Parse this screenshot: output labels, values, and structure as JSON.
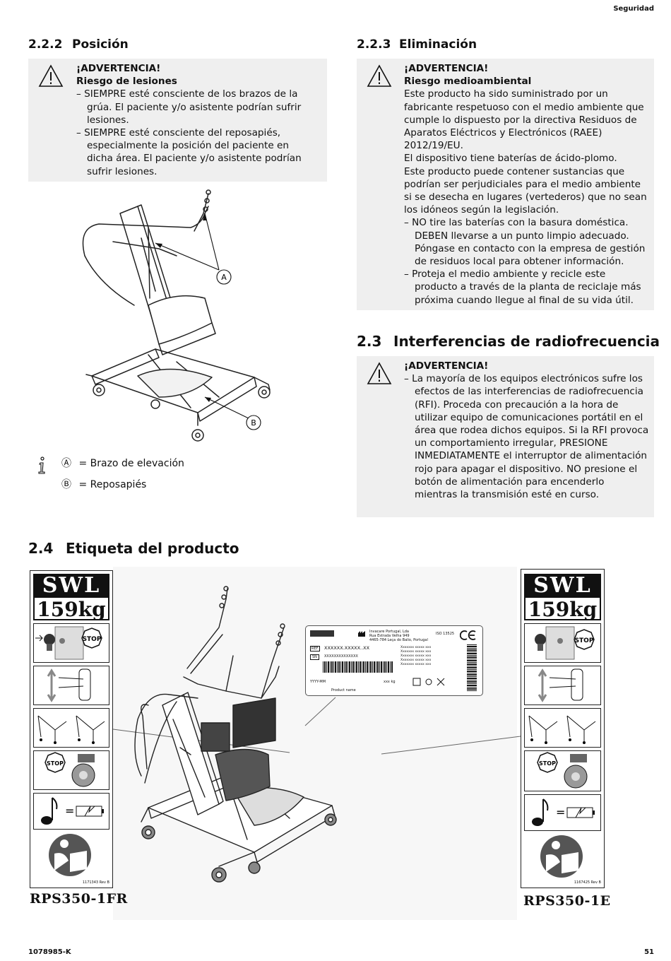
{
  "header": {
    "section": "Seguridad"
  },
  "sec_222": {
    "number": "2.2.2",
    "title": "Posición",
    "warning": {
      "title": "¡ADVERTENCIA!",
      "subtitle": "Riesgo de lesiones",
      "items": [
        "– SIEMPRE esté consciente de los brazos de la grúa. El paciente y/o asistente podrían sufrir lesiones.",
        "– SIEMPRE esté consciente del reposapiés, especialmente la posición del paciente en dicha área. El paciente y/o asistente podrían sufrir lesiones."
      ]
    },
    "callouts": {
      "a": "A",
      "b": "B"
    },
    "legend": [
      {
        "key": "Ⓐ",
        "text": "= Brazo de elevación"
      },
      {
        "key": "Ⓑ",
        "text": "= Reposapiés"
      }
    ]
  },
  "sec_223": {
    "number": "2.2.3",
    "title": "Eliminación",
    "warning": {
      "title": "¡ADVERTENCIA!",
      "subtitle": "Riesgo medioambiental",
      "paras": [
        "Este producto ha sido suministrado por un fabricante respetuoso con el medio ambiente que cumple lo dispuesto por la directiva Residuos de Aparatos Eléctricos y Electrónicos (RAEE) 2012/19/EU.",
        "El dispositivo tiene baterías de ácido-plomo.",
        "Este producto puede contener sustancias que podrían ser perjudiciales para el medio ambiente si se desecha en lugares (vertederos) que no sean los idóneos según la legislación."
      ],
      "items": [
        "– NO tire las baterías con la basura doméstica. DEBEN llevarse a un punto limpio adecuado. Póngase en contacto con la empresa de gestión de residuos local para obtener información.",
        "– Proteja el medio ambiente y recicle este producto a través de la planta de reciclaje más próxima cuando llegue al final de su vida útil."
      ]
    }
  },
  "sec_23": {
    "number": "2.3",
    "title": "Interferencias de radiofrecuencia",
    "warning": {
      "title": "¡ADVERTENCIA!",
      "items": [
        "– La mayoría de los equipos electrónicos sufre los efectos de las interferencias de radiofrecuencia (RFI). Proceda con precaución a la hora de utilizar equipo de comunicaciones portátil en el área que rodea dichos equipos. Si la RFI provoca un comportamiento irregular, PRESIONE INMEDIATAMENTE el interruptor de alimentación rojo para apagar el dispositivo. NO presione el botón de alimentación para encenderlo mientras la transmisión esté en curso."
      ]
    }
  },
  "sec_24": {
    "number": "2.4",
    "title": "Etiqueta del producto",
    "left_label": {
      "swl": "SWL",
      "kg": "159kg",
      "code": "1171343 Rev B",
      "model": "RPS350-1FR"
    },
    "right_label": {
      "swl": "SWL",
      "kg": "159kg",
      "code": "1167425 Rev B",
      "model": "RPS350-1E"
    },
    "stop_text": "STOP",
    "product_label": {
      "company": "Invacare Portugal, Lda",
      "addr1": "Rua Estrada Velha 949",
      "addr2": "4465-784 Leça do Balio, Portugal",
      "iso": "ISO 13525",
      "ref_key": "REF",
      "ref_val": "XXXXXX.XXXXX..XX",
      "sn_key": "SN",
      "sn_val": "XXXXXXXXXXXXXX",
      "date": "YYYY-MM",
      "product_name": "Product name",
      "weight": "xxx kg",
      "lines": [
        "Xxxxxxx xxxxx xxx",
        "Xxxxxxx xxxxx xxx",
        "Xxxxxxx xxxxx xxx",
        "Xxxxxxx xxxxx xxx",
        "Xxxxxxx xxxxx xxx"
      ]
    }
  },
  "footer": {
    "doc": "1078985-K",
    "page": "51"
  }
}
